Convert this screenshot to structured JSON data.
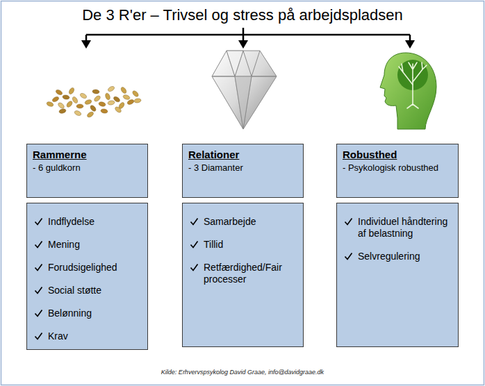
{
  "diagram": {
    "title": "De 3 R'er – Trivsel og stress på arbejdspladsen",
    "caption": "Kilde: Erhvervspsykolog David Graae, info@davidgraae.dk",
    "nodes": [
      {
        "text": [
          "Rammerne",
          "- 6 guldkorn"
        ]
      },
      {
        "text": [
          "Relationer",
          "- 3 Diamanter"
        ]
      },
      {
        "text": [
          "Robusthed",
          "- Psykologisk robusthed"
        ]
      },
      {
        "text": [
          "Indflydelse",
          "Mening",
          "Forudsigelighed",
          "Social støtte",
          "Belønning",
          "Krav"
        ]
      },
      {
        "text": [
          "Samarbejde",
          "Tillid",
          "Retfærdighed/Fair processer"
        ]
      },
      {
        "text": [
          "Individuel håndtering af belastning",
          "Selvregulering"
        ]
      }
    ]
  }
}
